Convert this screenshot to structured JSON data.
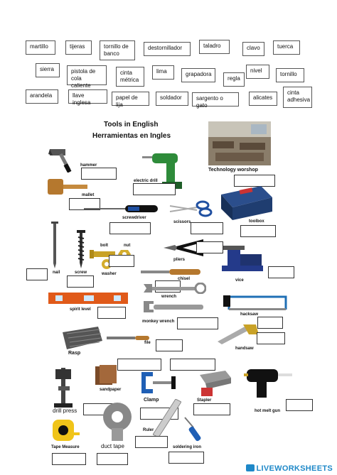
{
  "word_bank": [
    "martillo",
    "tijeras",
    "tornillo de banco",
    "destornillador",
    "taladro",
    "clavo",
    "tuerca",
    "sierra",
    "pistola de cola caliente",
    "cinta métrica",
    "lima",
    "grapadora",
    "regla",
    "nivel",
    "tornillo",
    "arandela",
    "llave inglesa",
    "papel de lija",
    "soldador",
    "sargento o gato",
    "alicates",
    "cinta adhesiva"
  ],
  "titles": {
    "line1": "Tools in English",
    "line2": "Herramientas en Ingles"
  },
  "labels": {
    "hammer": "hammer",
    "mallet": "mallet",
    "electric_drill": "electric drill",
    "technology_workshop": "Technology worshop",
    "toolbox": "toolbox",
    "screwdriver": "screwdriver",
    "scissors": "scissors",
    "bolt": "bolt",
    "nut": "nut",
    "pliers": "pliers",
    "nail": "nail",
    "screw": "screw",
    "washer": "washer",
    "chisel": "chisel",
    "vice": "vice",
    "wrench": "wrench",
    "spirit_level": "spirit level",
    "monkey_wrench": "monkey wrench",
    "hacksaw": "hacksaw",
    "file": "file",
    "handsaw": "handsaw",
    "rasp": "Rasp",
    "sandpaper": "sandpaper",
    "clamp": "Clamp",
    "stapler": "Stapler",
    "drill_press": "drill press",
    "hot_melt_gun": "hot melt gun",
    "ruler": "Ruler",
    "tape_measure": "Tape Measure",
    "duct_tape": "duct tape",
    "soldering_iron": "soldering iron"
  },
  "footer": "LIVEWORKSHEETS",
  "colors": {
    "drill_green": "#2e8b3a",
    "level_orange": "#e05a1a",
    "clamp_blue": "#1f5fb5",
    "wood": "#b5782e",
    "brand": "#1e88c8"
  }
}
